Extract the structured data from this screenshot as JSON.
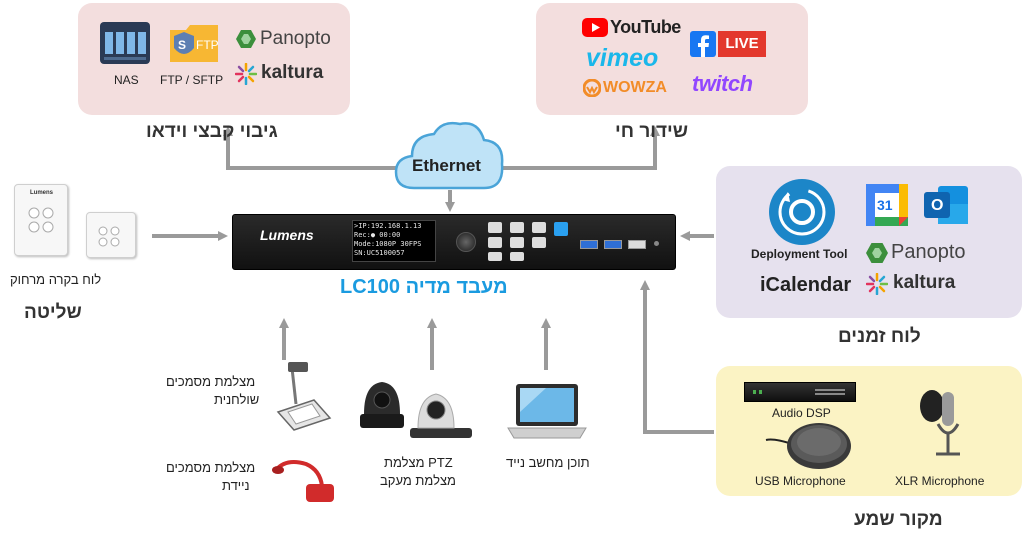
{
  "storage": {
    "title": "גיבוי קבצי וידאו",
    "nas": "NAS",
    "sftp_badge": "FTP",
    "sftp_shield": "S",
    "ftp_label": "FTP / SFTP",
    "panopto": "Panopto",
    "kaltura": "kaltura"
  },
  "live": {
    "title": "שידור חי",
    "youtube": "YouTube",
    "vimeo": "vimeo",
    "wowza": "WOWZA",
    "facebook_live": "LIVE",
    "twitch": "twitch"
  },
  "network": {
    "ethernet": "Ethernet"
  },
  "device": {
    "brand": "Lumens",
    "display_line1": ">IP:192.168.1.13",
    "display_line2": "Rec:● 00:00",
    "display_line3": "Mode:1080P 30FPS",
    "display_line4": "SN:UC5100057",
    "caption": "מעבד מדיה LC100"
  },
  "control": {
    "title": "שליטה",
    "remote_label": "לוח בקרה מרחוק",
    "panel_brand": "Lumens"
  },
  "schedule": {
    "title": "לוח זמנים",
    "deployment_tool": "Deployment Tool",
    "gcal_day": "31",
    "outlook_letter": "O",
    "panopto": "Panopto",
    "icalendar": "iCalendar",
    "kaltura": "kaltura"
  },
  "audio": {
    "title": "מקור שמע",
    "dsp": "Audio DSP",
    "usb_mic": "USB Microphone",
    "xlr_mic": "XLR Microphone"
  },
  "sources": {
    "doc_cam_desk": [
      "מצלמת מסמכים",
      "שולחנית"
    ],
    "doc_cam_portable": [
      "מצלמת מסמכים",
      "ניידת"
    ],
    "ptz": [
      "PTZ מצלמת",
      "מצלמת מעקב"
    ],
    "laptop": "תוכן מחשב נייד"
  }
}
